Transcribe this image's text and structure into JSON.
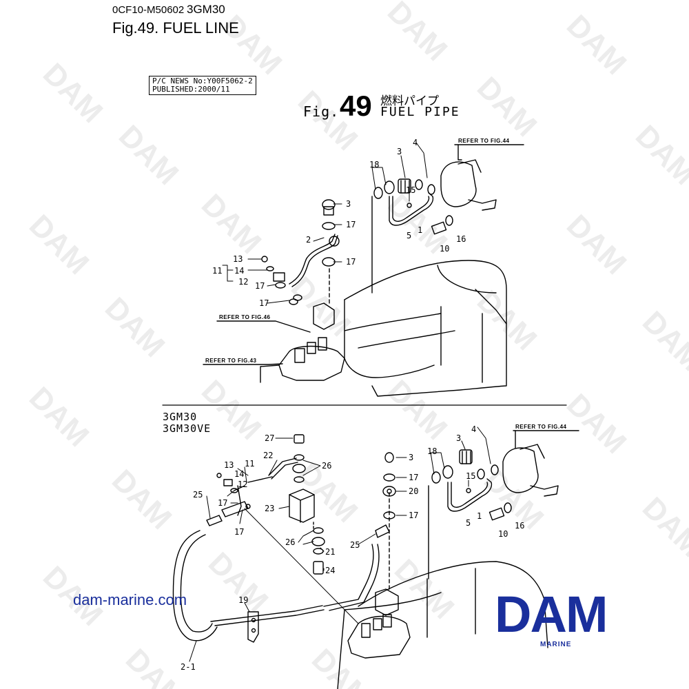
{
  "header": {
    "doc_code": "0CF10-M50602",
    "model": "3GM30",
    "title": "Fig.49.  FUEL LINE"
  },
  "diagram": {
    "news_line1": "P/C NEWS No:Y00F5062-2",
    "news_line2": "PUBLISHED:2000/11",
    "fig_word": "Fig.",
    "fig_number": "49",
    "name_jp": "燃料パイプ",
    "name_en": "FUEL PIPE",
    "section_model_1": "3GM30",
    "section_model_2": "3GM30VE",
    "refs": {
      "fig44": "REFER TO FIG.44",
      "fig46": "REFER TO FIG.46",
      "fig43": "REFER TO FIG.43"
    },
    "top_parts": [
      "18",
      "3",
      "4",
      "15",
      "5",
      "1",
      "10",
      "16",
      "3",
      "17",
      "2",
      "17",
      "13",
      "14",
      "11",
      "12",
      "17",
      "17"
    ],
    "bottom_parts": [
      "27",
      "22",
      "26",
      "13",
      "11",
      "14",
      "12",
      "25",
      "17",
      "17",
      "23",
      "26",
      "21",
      "24",
      "19",
      "2-1",
      "3",
      "17",
      "20",
      "17",
      "25",
      "18",
      "3",
      "4",
      "15",
      "5",
      "1",
      "10",
      "16"
    ]
  },
  "watermark": {
    "text": "DAM"
  },
  "footer": {
    "website": "dam-marine.com",
    "logo": "DAM",
    "logo_sub": "MARINE"
  },
  "colors": {
    "brand": "#1a2f9c",
    "watermark": "#ececec",
    "line": "#000000"
  }
}
